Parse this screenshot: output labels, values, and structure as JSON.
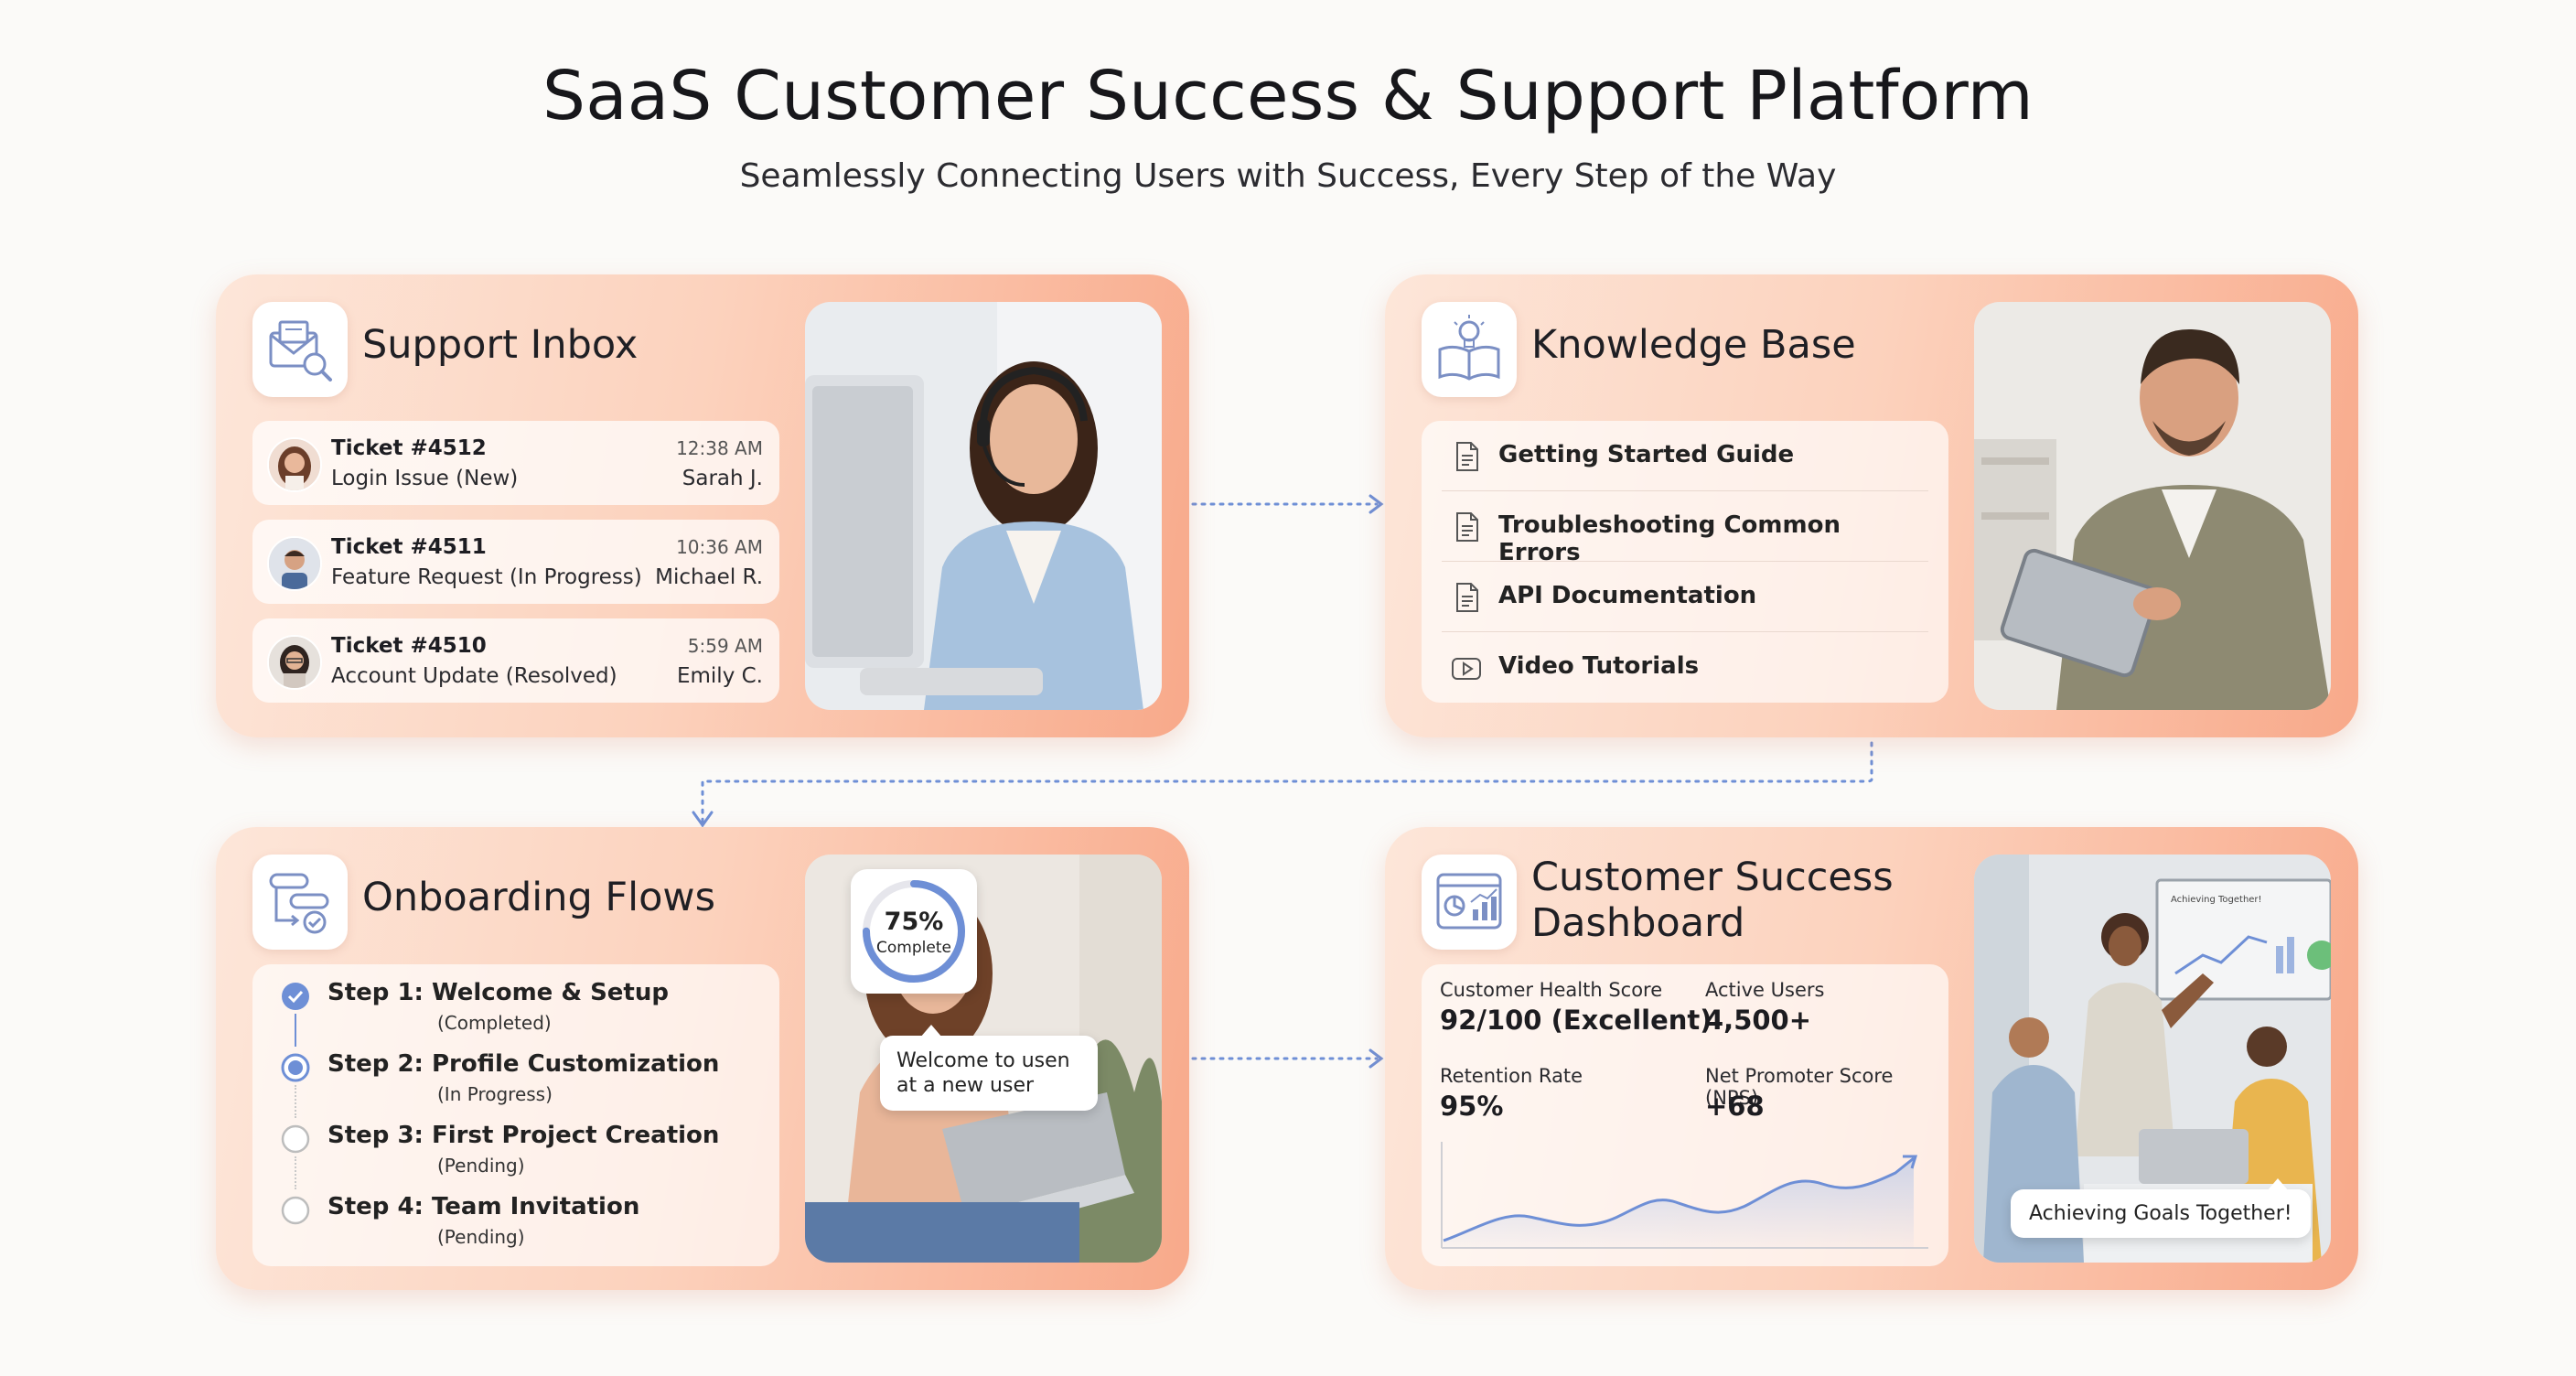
{
  "header": {
    "title": "SaaS Customer Success & Support Platform",
    "subtitle": "Seamlessly Connecting Users with Success, Every Step of the Way"
  },
  "support_inbox": {
    "title": "Support Inbox",
    "tickets": [
      {
        "id": "Ticket #4512",
        "subject": "Login Issue (New)",
        "time": "12:38 AM",
        "name": "Sarah J."
      },
      {
        "id": "Ticket #4511",
        "subject": "Feature Request (In Progress)",
        "time": "10:36 AM",
        "name": "Michael R."
      },
      {
        "id": "Ticket #4510",
        "subject": "Account Update (Resolved)",
        "time": "5:59 AM",
        "name": "Emily C."
      }
    ]
  },
  "knowledge_base": {
    "title": "Knowledge Base",
    "items": [
      {
        "label": "Getting Started Guide",
        "icon": "document-icon"
      },
      {
        "label": "Troubleshooting Common Errors",
        "icon": "document-icon"
      },
      {
        "label": "API Documentation",
        "icon": "document-icon"
      },
      {
        "label": "Video Tutorials",
        "icon": "play-icon"
      }
    ]
  },
  "onboarding": {
    "title": "Onboarding Flows",
    "steps": [
      {
        "label": "Step 1: Welcome & Setup",
        "state": "(Completed)"
      },
      {
        "label": "Step 2: Profile Customization",
        "state": "(In Progress)"
      },
      {
        "label": "Step 3: First Project Creation",
        "state": "(Pending)"
      },
      {
        "label": "Step 4: Team Invitation",
        "state": "(Pending)"
      }
    ],
    "progress_value": "75%",
    "progress_label": "Complete",
    "progress_fraction": 0.75,
    "bubble_text": "Welcome to usen at a new user"
  },
  "dashboard": {
    "title": "Customer Success Dashboard",
    "metrics": [
      {
        "label": "Customer Health Score",
        "value": "92/100 (Excellent)"
      },
      {
        "label": "Active Users",
        "value": "4,500+"
      },
      {
        "label": "Retention Rate",
        "value": "95%"
      },
      {
        "label": "Net Promoter Score (NPS)",
        "value": "+68"
      }
    ],
    "bubble_text": "Achieving Goals Together!",
    "screen_text": "Achieving Together!"
  },
  "colors": {
    "accent_blue": "#6e8fd6",
    "card_peach": "#fcd2bd",
    "card_coral": "#f8a98a"
  }
}
